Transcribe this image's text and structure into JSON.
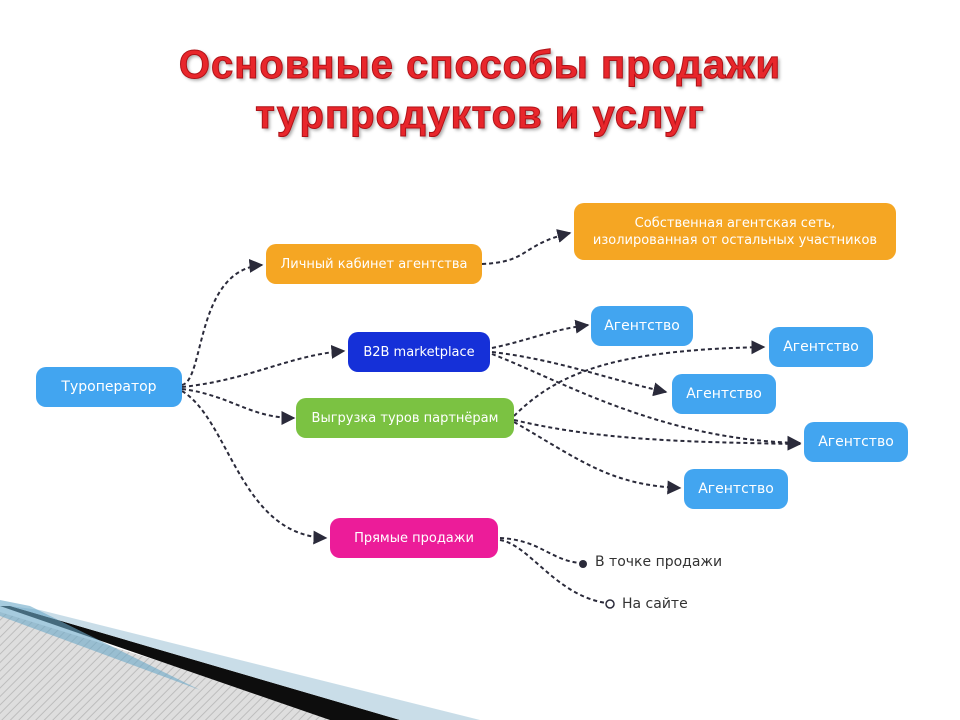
{
  "title": {
    "line1": "Основные способы продажи",
    "line2": "турпродуктов и услуг"
  },
  "nodes": {
    "tour_operator": "Туроператор",
    "personal_cabinet": "Личный кабинет агентства",
    "own_network_line1": "Собственная агентская сеть,",
    "own_network_line2": "изолированная от остальных участников",
    "b2b": "B2B marketplace",
    "export_tours": "Выгрузка туров партнёрам",
    "direct_sales": "Прямые продажи",
    "agency_1": "Агентство",
    "agency_2": "Агентство",
    "agency_3": "Агентство",
    "agency_4": "Агентство",
    "agency_5": "Агентство",
    "point_of_sale": "В точке продажи",
    "website": "На сайте"
  },
  "colors": {
    "title": "#e8262b",
    "orange": "#f5a623",
    "blue": "#42a5f0",
    "navy": "#1530d8",
    "green": "#7bc242",
    "pink": "#ec1c99",
    "connector": "#2a2a3a"
  }
}
